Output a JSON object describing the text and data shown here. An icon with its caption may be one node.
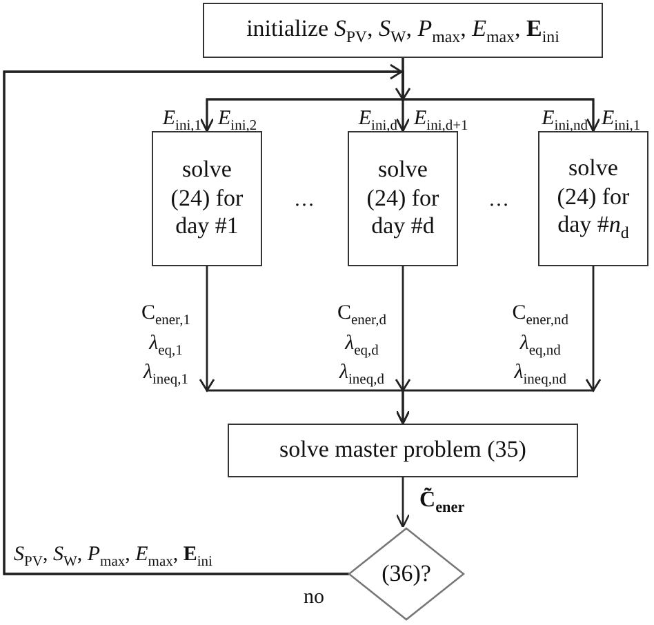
{
  "diagram": {
    "nodes": [
      {
        "text": [
          "initialize *S*$_{PV}$, *S*$_{W}$, *P*$_{max}$, *E*$_{max}$, **E**$_{ini}$"
        ]
      },
      {
        "text": [
          "solve (24) for day #1"
        ]
      },
      {
        "text": [
          "solve (24) for day #d"
        ]
      },
      {
        "text": [
          "solve (24) for day #*n*$_{d}$"
        ]
      },
      {
        "text": [
          "solve master problem (35)"
        ]
      },
      {
        "text": [
          "(36)?"
        ]
      }
    ],
    "edges": [
      {
        "from": 0,
        "to": 1,
        "arrow": "to"
      },
      {
        "from": 0,
        "to": 2,
        "arrow": "to"
      },
      {
        "from": 0,
        "to": 3,
        "arrow": "to"
      },
      {
        "from": 1,
        "to": 4,
        "arrow": "to",
        "label": "C$_{ener,1}$ *λ*$_{eq,1}$ *λ*$_{ineq,1}$"
      },
      {
        "from": 2,
        "to": 4,
        "arrow": "to",
        "label": "C$_{ener,d}$ *λ*$_{eq,d}$ *λ*$_{ineq,d}$"
      },
      {
        "from": 3,
        "to": 4,
        "arrow": "to",
        "label": "C$_{ener,nd}$ *λ*$_{eq,nd}$ *λ*$_{ineq,nd}$"
      },
      {
        "from": 4,
        "to": 5,
        "arrow": "to",
        "label": "C̃$_{ener}$"
      },
      {
        "from": 5,
        "to": 1,
        "arrow": "to",
        "label": "*S*$_{PV}$, *S*$_{W}$, *P*$_{max}$, *E*$_{max}$, **E**$_{ini}$"
      },
      {
        "from": 5,
        "to": 2,
        "arrow": "to"
      },
      {
        "from": 5,
        "to": 3,
        "arrow": "to"
      }
    ],
    "labels": [
      "*E*$_{ini,1}$",
      "*E*$_{ini,2}$",
      "*E*$_{ini,d}$",
      "*E*$_{ini,d+1}$",
      "*E*$_{ini,nd}$",
      "*E*$_{ini,1}$",
      "…",
      "…",
      "no"
    ]
  }
}
